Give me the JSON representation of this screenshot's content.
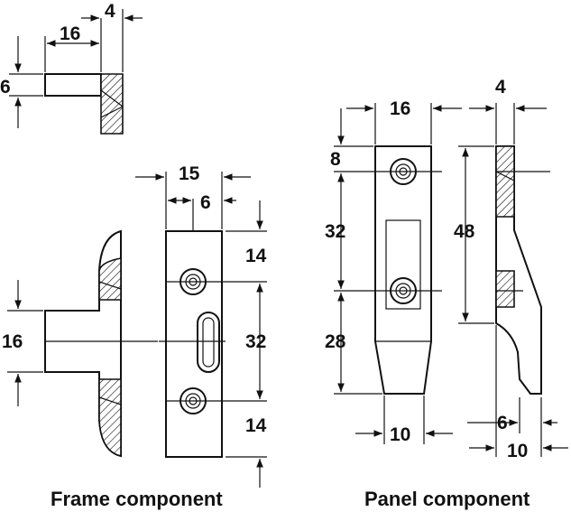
{
  "captions": {
    "frame": "Frame component",
    "panel": "Panel component"
  },
  "dimensions": {
    "frame_top_width": "16",
    "frame_top_depth": "4",
    "frame_top_height": "6",
    "frame_width": "15",
    "frame_offset": "6",
    "frame_profile_height": "16",
    "frame_top_margin": "14",
    "frame_hole_spacing": "32",
    "frame_bottom_margin": "14",
    "panel_width": "16",
    "panel_depth": "4",
    "panel_top_margin": "8",
    "panel_hole_spacing": "32",
    "panel_lower_length": "28",
    "panel_height": "48",
    "panel_tip_width": "10",
    "panel_hook_width": "6",
    "panel_total_depth": "10"
  },
  "colors": {
    "line": "#111111",
    "background": "#ffffff"
  }
}
